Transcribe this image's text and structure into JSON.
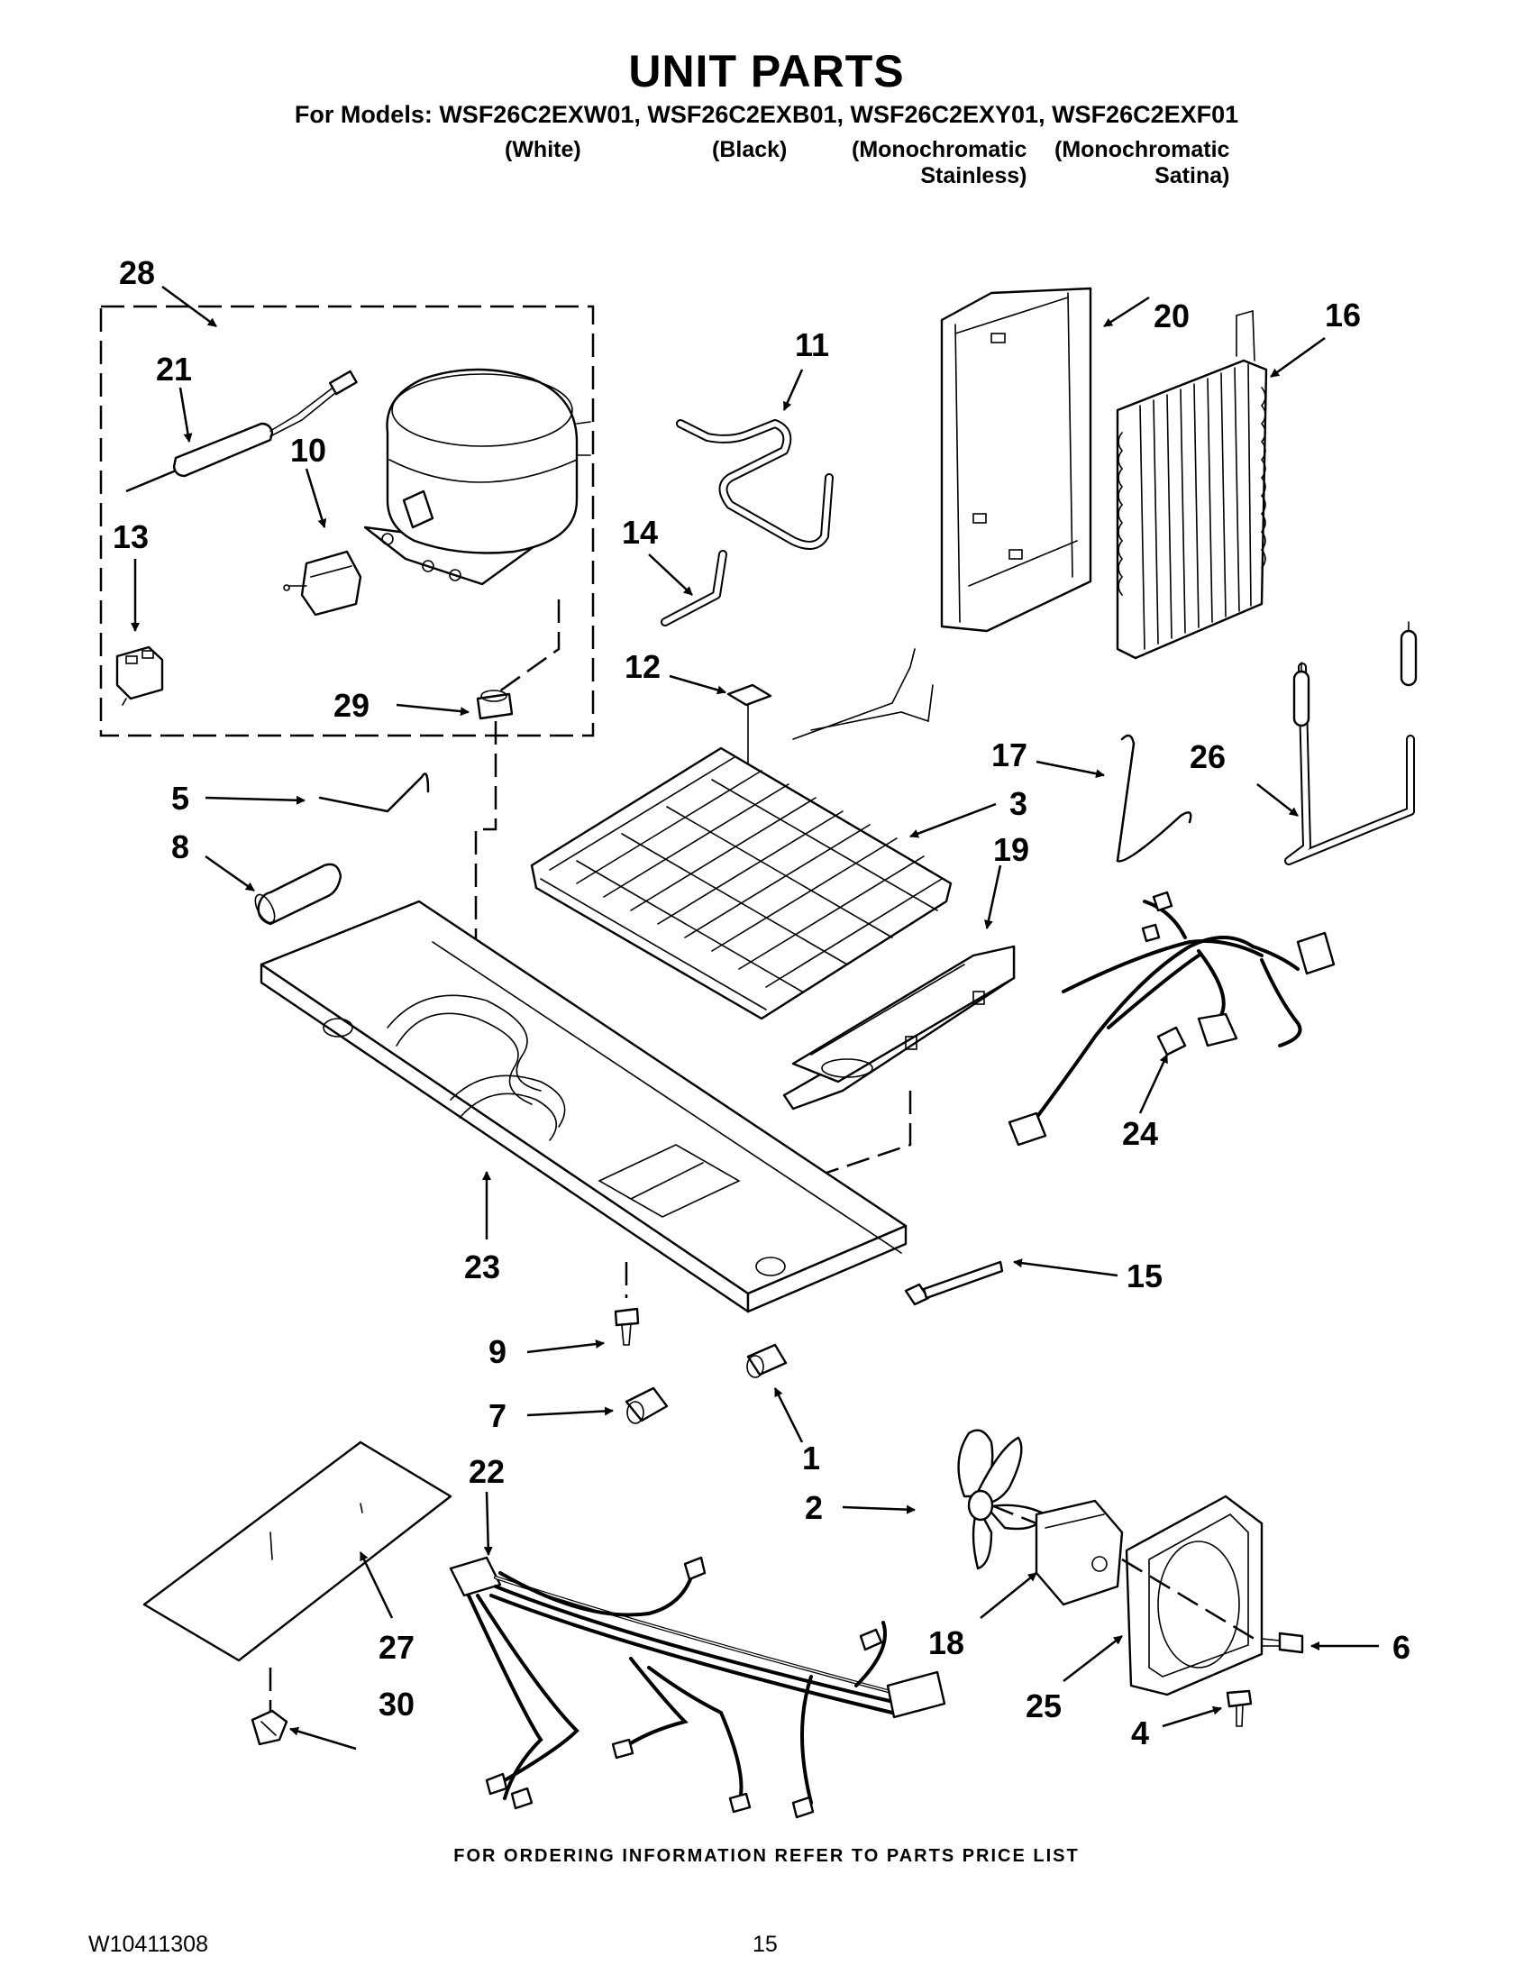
{
  "header": {
    "title": "UNIT PARTS",
    "models": "For Models: WSF26C2EXW01, WSF26C2EXB01, WSF26C2EXY01, WSF26C2EXF01",
    "variants": [
      {
        "line1": "(White)",
        "line2": ""
      },
      {
        "line1": "(Black)",
        "line2": ""
      },
      {
        "line1": "(Monochromatic",
        "line2": "Stainless)"
      },
      {
        "line1": "(Monochromatic",
        "line2": "Satina)"
      }
    ]
  },
  "callouts": {
    "c1": "1",
    "c2": "2",
    "c3": "3",
    "c4": "4",
    "c5": "5",
    "c6": "6",
    "c7": "7",
    "c8": "8",
    "c9": "9",
    "c10": "10",
    "c11": "11",
    "c12": "12",
    "c13": "13",
    "c14": "14",
    "c15": "15",
    "c16": "16",
    "c17": "17",
    "c18": "18",
    "c19": "19",
    "c20": "20",
    "c21": "21",
    "c22": "22",
    "c23": "23",
    "c24": "24",
    "c25": "25",
    "c26": "26",
    "c27": "27",
    "c28": "28",
    "c29": "29",
    "c30": "30"
  },
  "footer": {
    "ordering_note": "FOR ORDERING INFORMATION REFER TO PARTS PRICE LIST",
    "document_number": "W10411308",
    "page_number": "15"
  }
}
